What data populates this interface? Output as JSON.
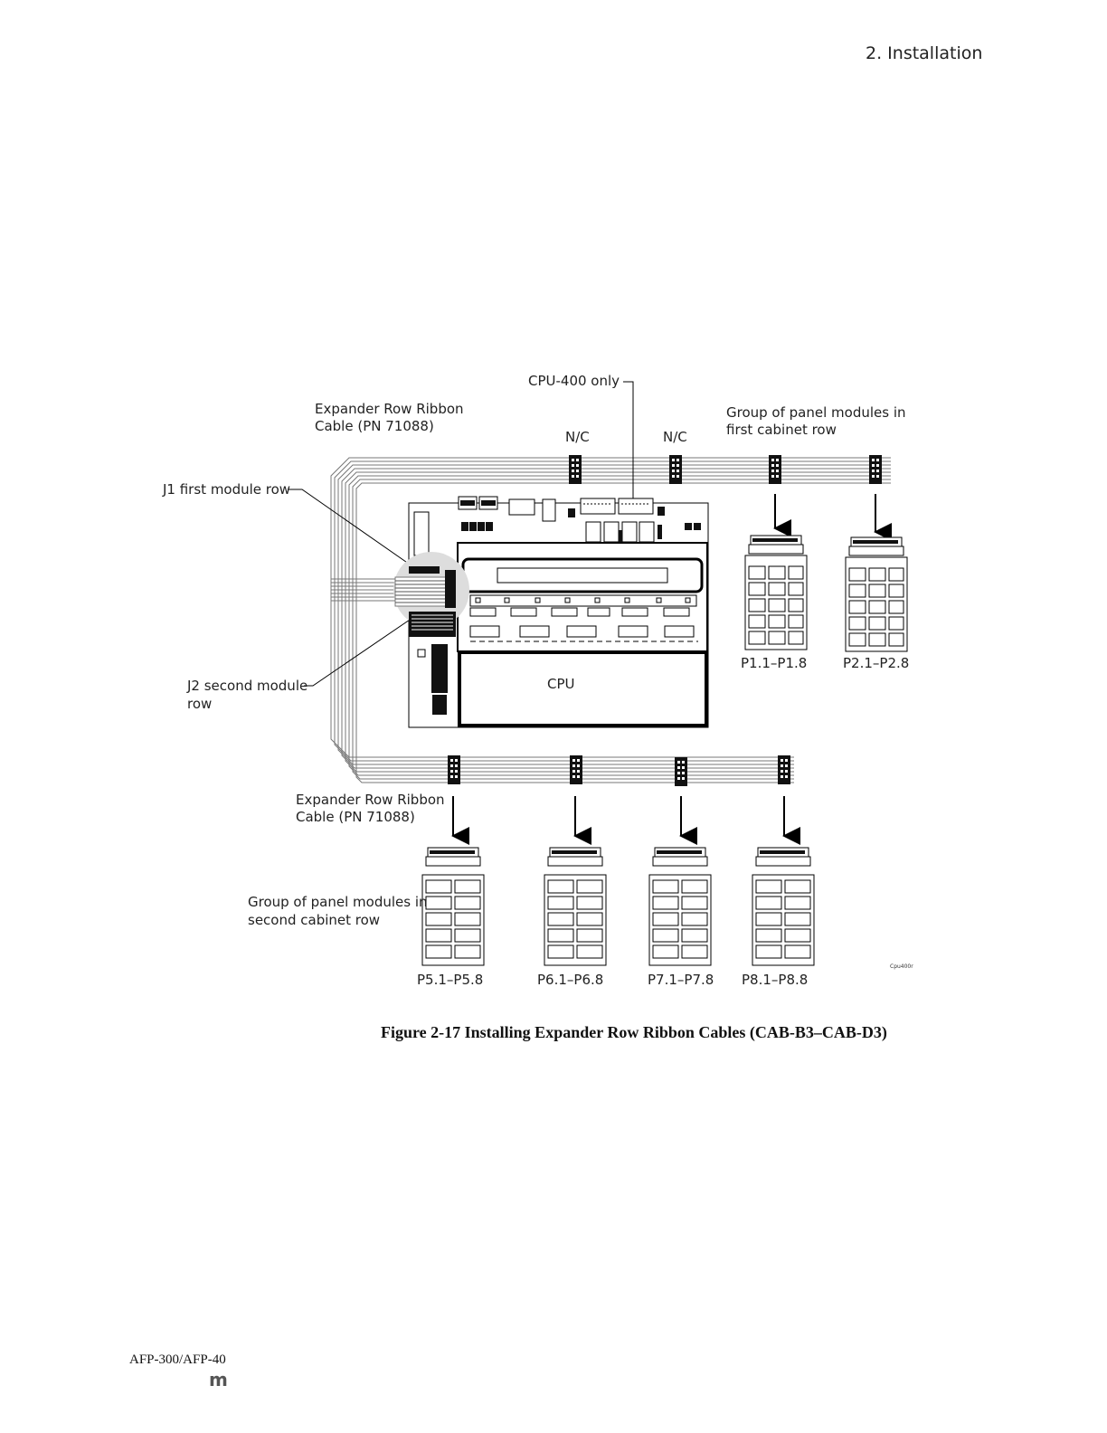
{
  "header": {
    "section": "2. Installation"
  },
  "figure": {
    "labels": {
      "cpu400_only": "CPU-400 only",
      "expander_top": [
        "Expander Row Ribbon",
        "Cable (PN 71088)"
      ],
      "group_first": [
        "Group of panel modules in",
        "first cabinet row"
      ],
      "nc_left": "N/C",
      "nc_right": "N/C",
      "j1": "J1 first module row",
      "j2": [
        "J2  second module",
        "row"
      ],
      "cpu": "CPU",
      "expander_bottom": [
        "Expander Row Ribbon",
        "Cable (PN 71088)"
      ],
      "group_second": [
        "Group of panel modules in",
        "second cabinet row"
      ],
      "p1": "P1.1–P1.8",
      "p2": "P2.1–P2.8",
      "p5": "P5.1–P5.8",
      "p6": "P6.1–P6.8",
      "p7": "P7.1–P7.8",
      "p8": "P8.1–P8.8",
      "drawing_id": "Cpu400r"
    },
    "caption": "Figure 2-17   Installing Expander Row Ribbon Cables (CAB-B3–CAB-D3)"
  },
  "footer": {
    "doc": "AFP-300/AFP-40",
    "mark": "m"
  }
}
